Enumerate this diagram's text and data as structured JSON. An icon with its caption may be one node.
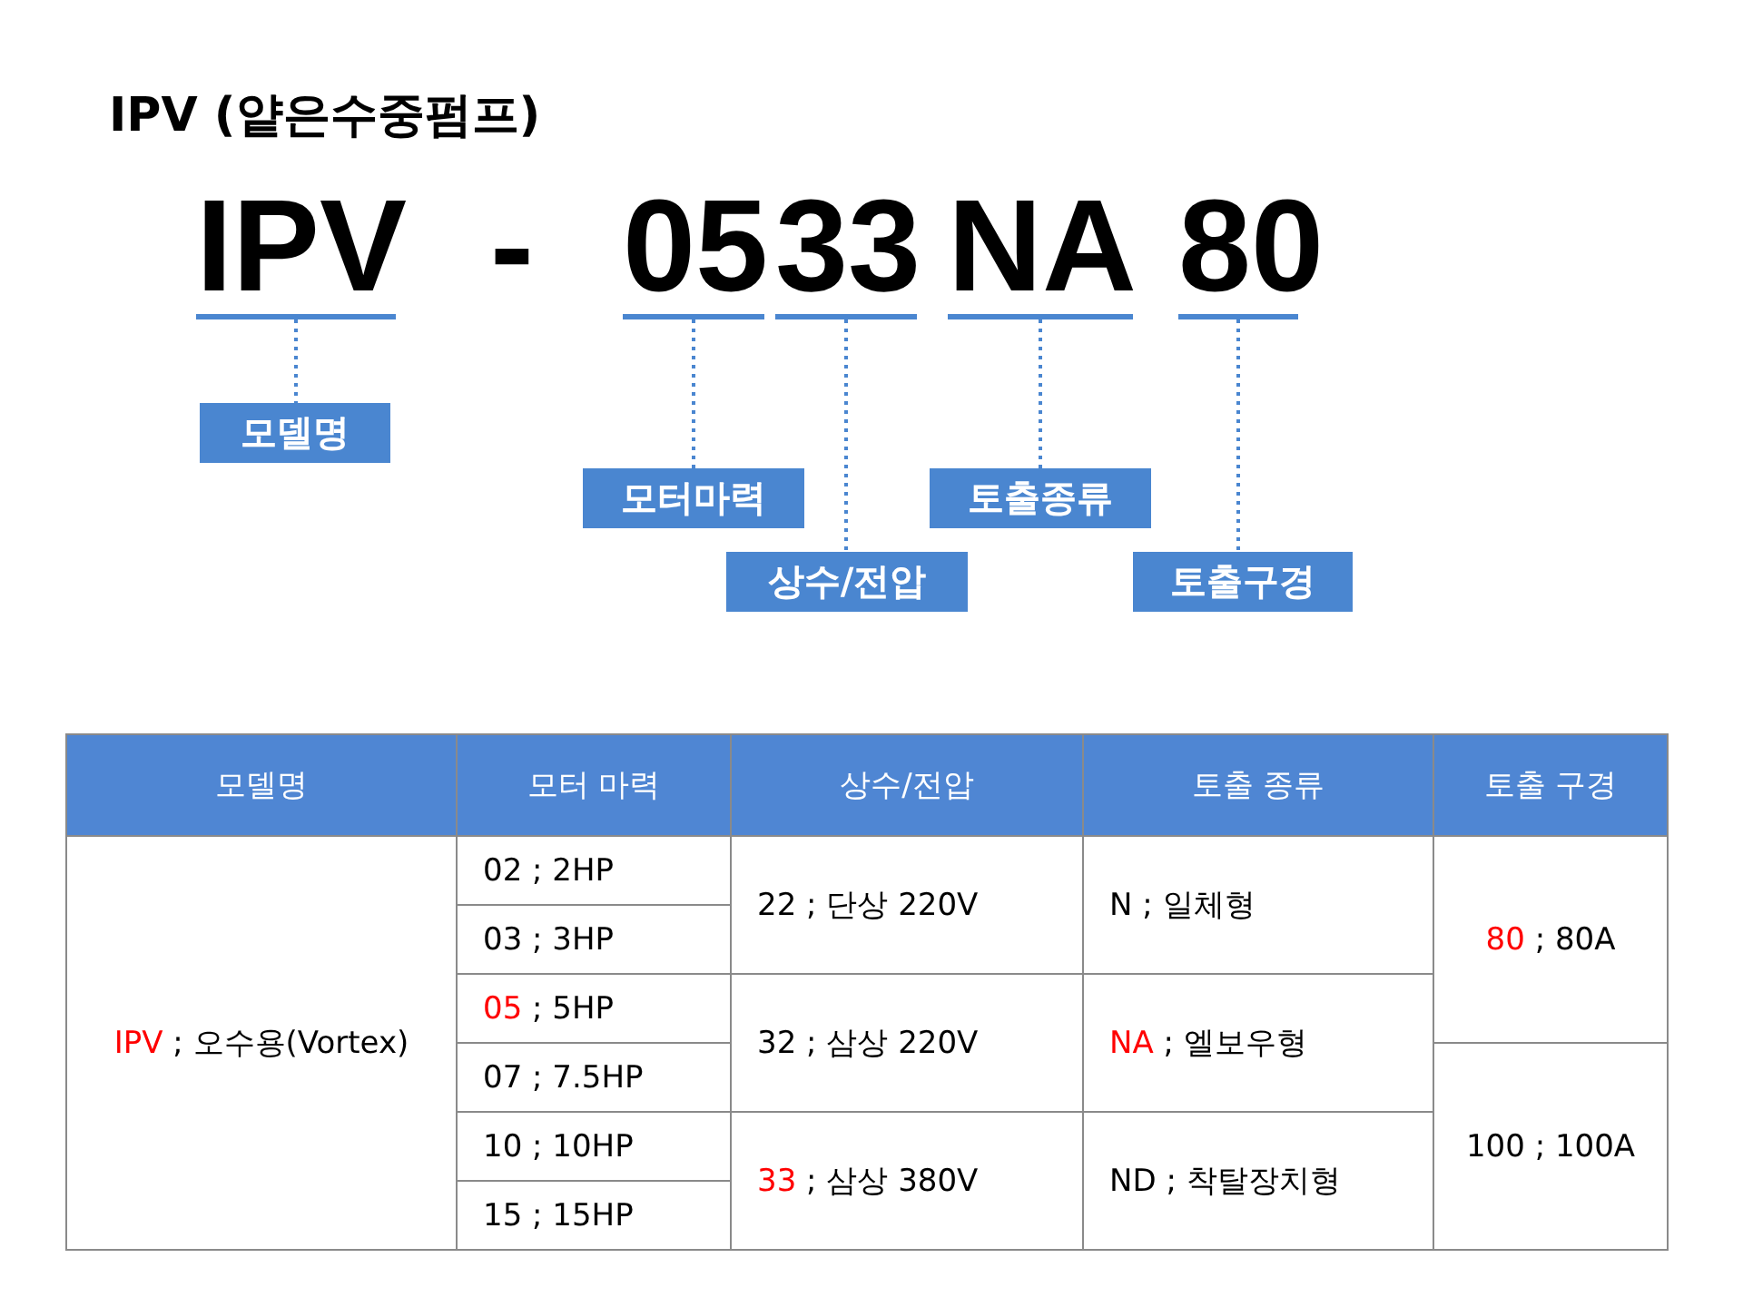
{
  "diagram": {
    "title": "IPV (얕은수중펌프)",
    "nodes": [
      {
        "text": [
          "IPV"
        ]
      },
      {
        "text": [
          "05"
        ]
      },
      {
        "text": [
          "33"
        ]
      },
      {
        "text": [
          "NA"
        ]
      },
      {
        "text": [
          "80"
        ]
      },
      {
        "text": [
          "모델명"
        ]
      },
      {
        "text": [
          "모터마력"
        ]
      },
      {
        "text": [
          "상수/전압"
        ]
      },
      {
        "text": [
          "토출종류"
        ]
      },
      {
        "text": [
          "토출구경"
        ]
      }
    ],
    "edges": [
      {
        "from": 0,
        "to": 5,
        "arrow": "none",
        "style": "dashed"
      },
      {
        "from": 1,
        "to": 6,
        "arrow": "none",
        "style": "dashed"
      },
      {
        "from": 2,
        "to": 7,
        "arrow": "none",
        "style": "dashed"
      },
      {
        "from": 3,
        "to": 8,
        "arrow": "none",
        "style": "dashed"
      },
      {
        "from": 4,
        "to": 9,
        "arrow": "none",
        "style": "dashed"
      }
    ],
    "labels": [
      "-",
      "모델명",
      "모터 마력",
      "상수/전압",
      "토출 종류",
      "토출 구경",
      "02 ; 2HP",
      "22 ; 단상 220V",
      "N ; 일체형",
      "03 ; 3HP",
      "80 ; 80A",
      "05 ; 5HP",
      "IPV ; 오수용(Vortex)",
      "32 ; 삼상 220V",
      "NA ; 엘보우형",
      "07 ; 7.5HP",
      "10 ; 10HP",
      "100 ; 100A",
      "33 ; 삼상 380V",
      "ND ; 착탈장치형",
      "15 ; 15HP"
    ]
  }
}
